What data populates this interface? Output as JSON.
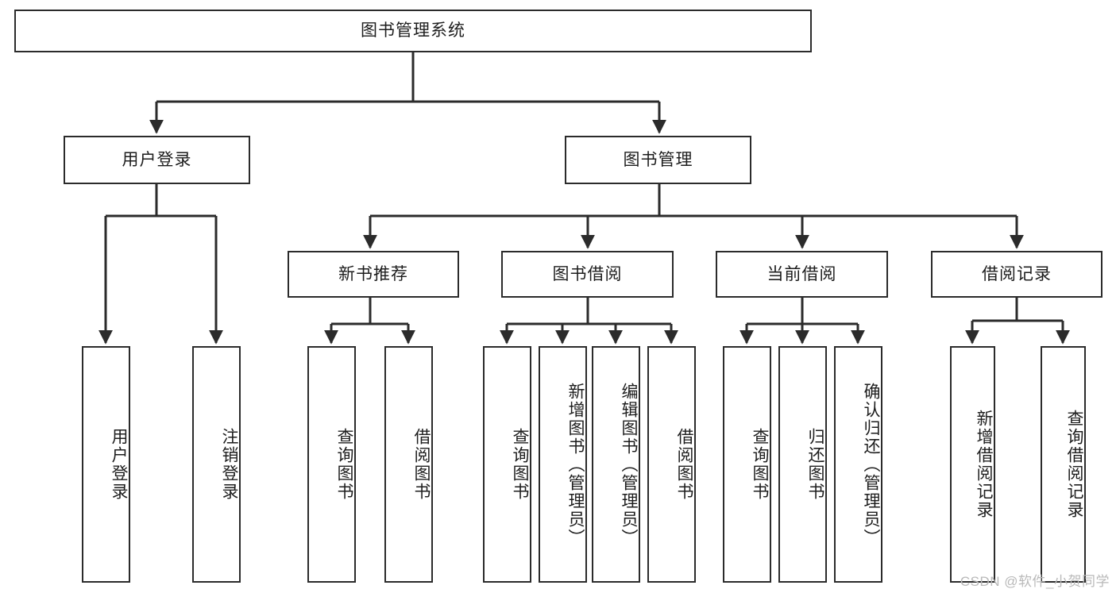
{
  "diagram": {
    "title": "图书管理系统",
    "type": "functional-structure-tree",
    "watermark": "CSDN @软件_小贺同学",
    "colors": {
      "stroke": "#2b2b2b",
      "fill": "#ffffff",
      "text": "#1d1d1d",
      "watermark": "#b9b9b9"
    },
    "nodes": {
      "root": {
        "label": "图书管理系统"
      },
      "level2": [
        {
          "id": "user-login",
          "label": "用户登录"
        },
        {
          "id": "book-manage",
          "label": "图书管理"
        }
      ],
      "level3": [
        {
          "id": "new-book-recommend",
          "label": "新书推荐"
        },
        {
          "id": "book-borrow",
          "label": "图书借阅"
        },
        {
          "id": "current-borrow",
          "label": "当前借阅"
        },
        {
          "id": "borrow-record",
          "label": "借阅记录"
        }
      ],
      "leaves": [
        {
          "id": "leaf-user-login",
          "parent": "user-login",
          "label": "用户登录"
        },
        {
          "id": "leaf-logout-login",
          "parent": "user-login",
          "label": "注销登录"
        },
        {
          "id": "leaf-query-book-1",
          "parent": "new-book-recommend",
          "label": "查询图书"
        },
        {
          "id": "leaf-borrow-book-1",
          "parent": "new-book-recommend",
          "label": "借阅图书"
        },
        {
          "id": "leaf-query-book-2",
          "parent": "book-borrow",
          "label": "查询图书"
        },
        {
          "id": "leaf-add-book",
          "parent": "book-borrow",
          "label": "新增图书（管理员）"
        },
        {
          "id": "leaf-edit-book",
          "parent": "book-borrow",
          "label": "编辑图书（管理员）"
        },
        {
          "id": "leaf-borrow-book-2",
          "parent": "book-borrow",
          "label": "借阅图书"
        },
        {
          "id": "leaf-query-book-3",
          "parent": "current-borrow",
          "label": "查询图书"
        },
        {
          "id": "leaf-return-book",
          "parent": "current-borrow",
          "label": "归还图书"
        },
        {
          "id": "leaf-confirm-return",
          "parent": "current-borrow",
          "label": "确认归还（管理员）"
        },
        {
          "id": "leaf-add-record",
          "parent": "borrow-record",
          "label": "新增借阅记录"
        },
        {
          "id": "leaf-query-record",
          "parent": "borrow-record",
          "label": "查询借阅记录"
        }
      ]
    }
  }
}
